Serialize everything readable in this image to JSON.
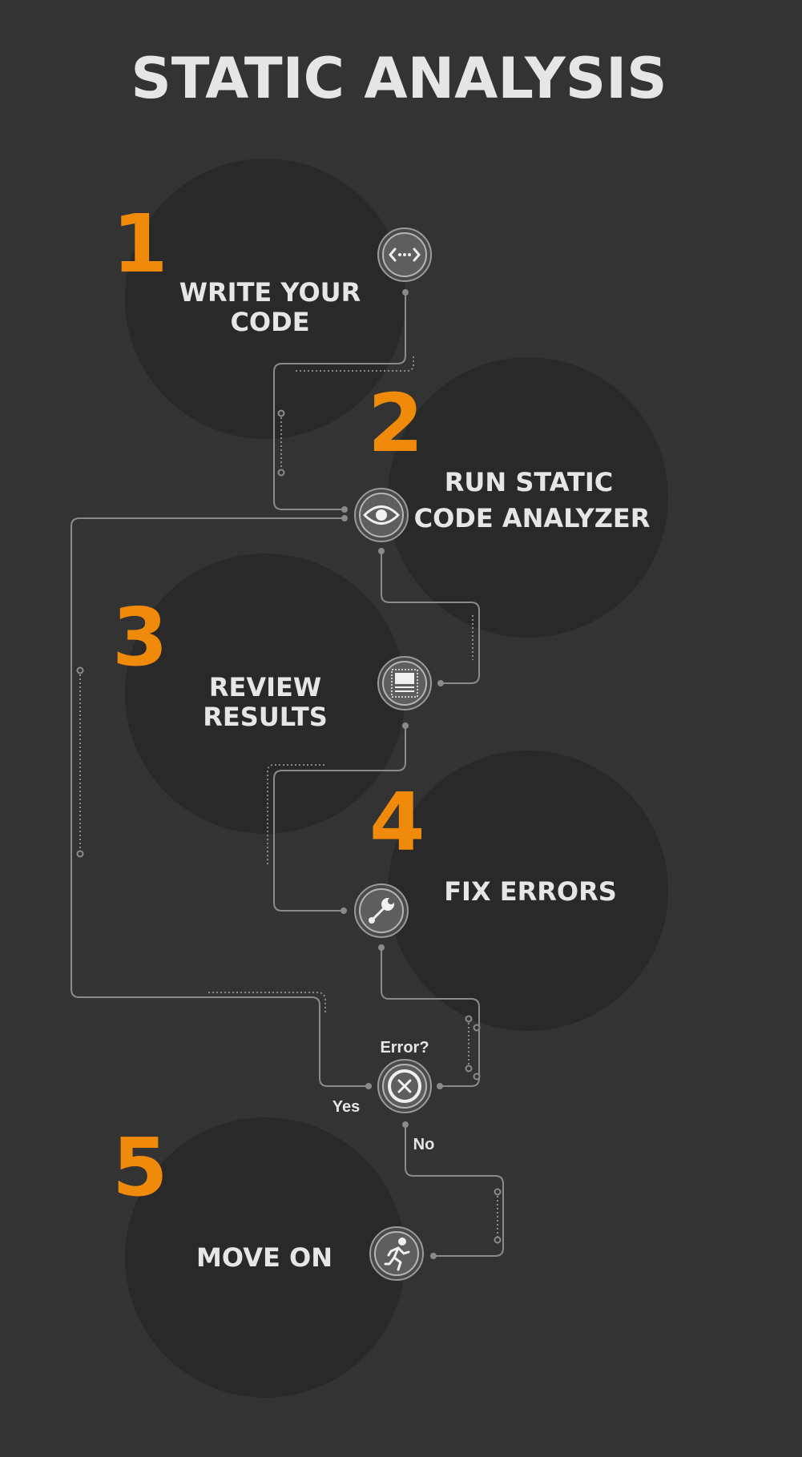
{
  "title": "STATIC ANALYSIS",
  "steps": [
    {
      "number": "1",
      "label_lines": [
        "WRITE YOUR",
        "CODE"
      ],
      "icon": "code-icon"
    },
    {
      "number": "2",
      "label_lines": [
        "RUN STATIC",
        "CODE ANALYZER"
      ],
      "icon": "eye-icon"
    },
    {
      "number": "3",
      "label_lines": [
        "REVIEW",
        "RESULTS"
      ],
      "icon": "report-icon"
    },
    {
      "number": "4",
      "label_lines": [
        "FIX ERRORS"
      ],
      "icon": "wrench-icon"
    },
    {
      "number": "5",
      "label_lines": [
        "MOVE ON"
      ],
      "icon": "running-person-icon"
    }
  ],
  "decision": {
    "question": "Error?",
    "yes_label": "Yes",
    "no_label": "No",
    "icon": "x-circle-icon"
  },
  "colors": {
    "background": "#333333",
    "circle": "#292929",
    "accent": "#f08a0a",
    "text": "#e6e6e6",
    "line": "#8a8a8a"
  }
}
